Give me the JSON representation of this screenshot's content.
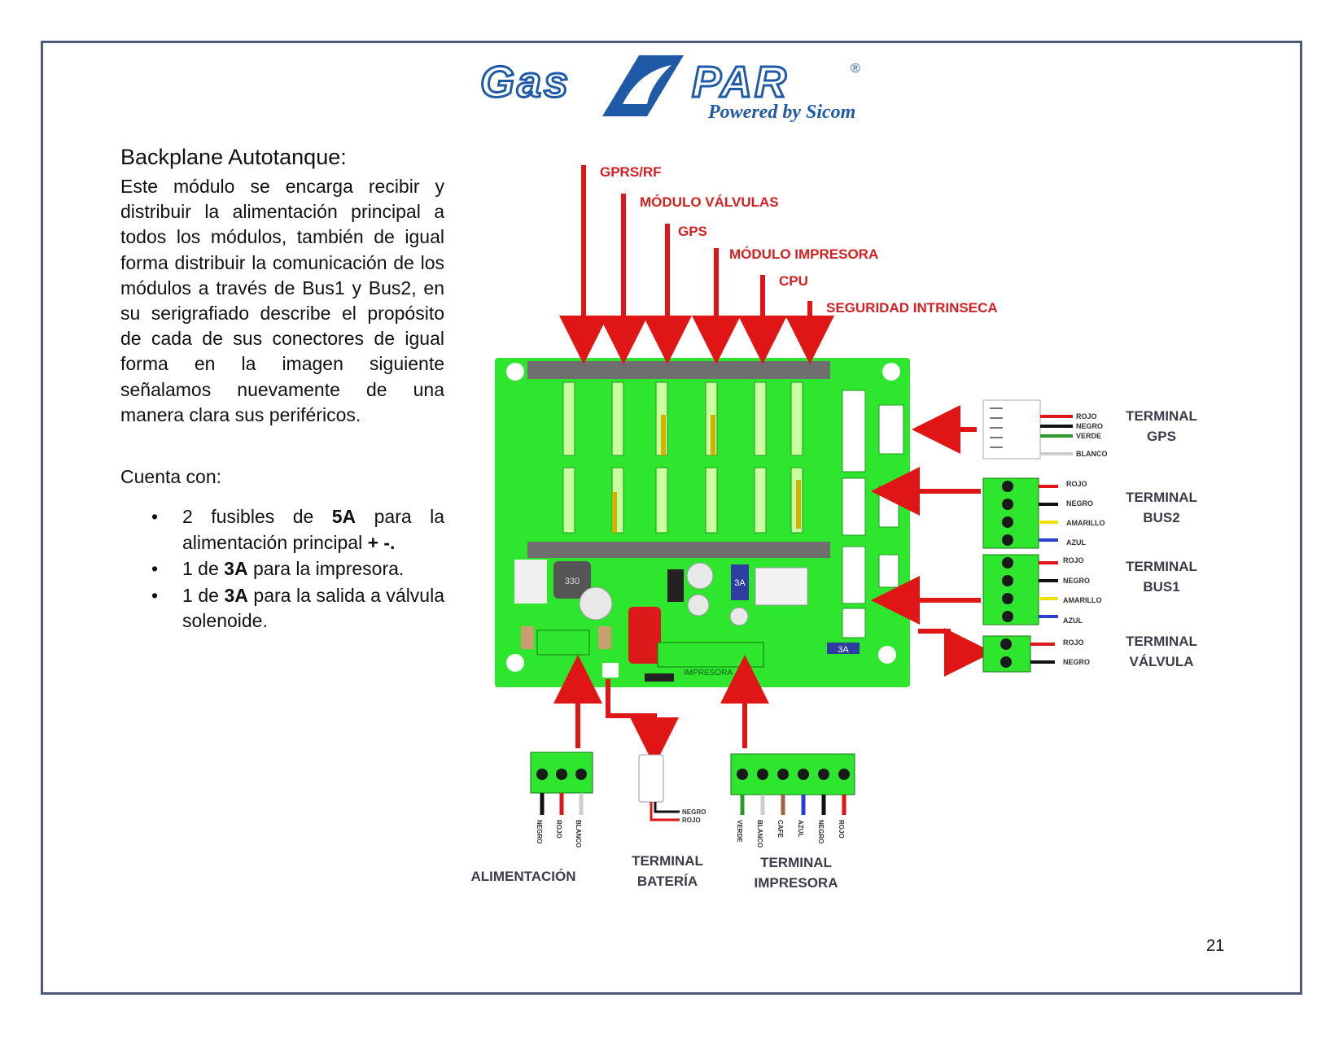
{
  "logo": {
    "brand_left": "Gas",
    "brand_right": "PAR",
    "registered": "®",
    "tagline": "Powered by Sicom",
    "colors": {
      "blue": "#1f5aa6"
    }
  },
  "section": {
    "heading": "Backplane Autotanque:",
    "paragraph": "Este módulo se encarga recibir y distribuir la alimentación principal a todos los módulos, también de igual forma distribuir la comunicación de los módulos a través de Bus1 y Bus2, en su serigrafiado describe el propósito de cada de sus conectores de igual forma en la imagen siguiente señalamos nuevamente de una manera clara sus periféricos.",
    "cuenta_con": "Cuenta con:",
    "bullets": [
      {
        "pre": "2 fusibles de ",
        "bold": "5A",
        "mid": " para la alimentación principal ",
        "bold2": "+ -."
      },
      {
        "pre": "1 de ",
        "bold": "3A",
        "mid": " para la impresora.",
        "bold2": ""
      },
      {
        "pre": "1 de ",
        "bold": "3A",
        "mid": " para la salida a válvula solenoide.",
        "bold2": ""
      }
    ]
  },
  "diagram": {
    "colors": {
      "arrow": "#e01515",
      "label_red": "#d42020",
      "pcb": "#2ee62e",
      "label_dark": "#3b3b4a"
    },
    "top_labels": [
      "GPRS/RF",
      "MÓDULO VÁLVULAS",
      "GPS",
      "MÓDULO IMPRESORA",
      "CPU",
      "SEGURIDAD INTRINSECA"
    ],
    "right_terminals": [
      {
        "title1": "TERMINAL",
        "title2": "GPS",
        "wires": [
          "ROJO",
          "NEGRO",
          "VERDE",
          "BLANCO"
        ]
      },
      {
        "title1": "TERMINAL",
        "title2": "BUS2",
        "wires": [
          "ROJO",
          "NEGRO",
          "AMARILLO",
          "AZUL"
        ]
      },
      {
        "title1": "TERMINAL",
        "title2": "BUS1",
        "wires": [
          "ROJO",
          "NEGRO",
          "AMARILLO",
          "AZUL"
        ]
      },
      {
        "title1": "TERMINAL",
        "title2": "VÁLVULA",
        "wires": [
          "ROJO",
          "NEGRO"
        ]
      }
    ],
    "bottom_terminals": {
      "alimentacion": {
        "label": "ALIMENTACIÓN",
        "wires": [
          "NEGRO",
          "ROJO",
          "BLANCO"
        ]
      },
      "bateria": {
        "title1": "TERMINAL",
        "title2": "BATERÍA",
        "wires": [
          "NEGRO",
          "ROJO"
        ]
      },
      "impresora": {
        "title1": "TERMINAL",
        "title2": "IMPRESORA",
        "wires": [
          "VERDE",
          "BLANCO",
          "CAFE",
          "AZUL",
          "NEGRO",
          "ROJO"
        ]
      }
    },
    "board_marks": {
      "fuse": "3A",
      "inductor": "330",
      "cap": "3A",
      "impresora": "IMPRESORA"
    }
  },
  "page_number": "21"
}
